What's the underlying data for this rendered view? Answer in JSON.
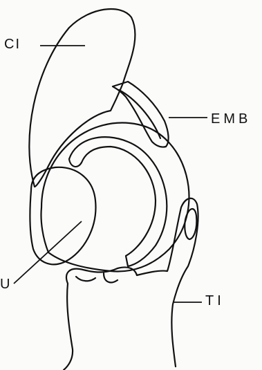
{
  "labels": {
    "ci": "CI",
    "emb": "EMB",
    "u": "U",
    "ti": "TI"
  },
  "colors": {
    "ink": "#111111",
    "paper": "#fbfbfa"
  }
}
